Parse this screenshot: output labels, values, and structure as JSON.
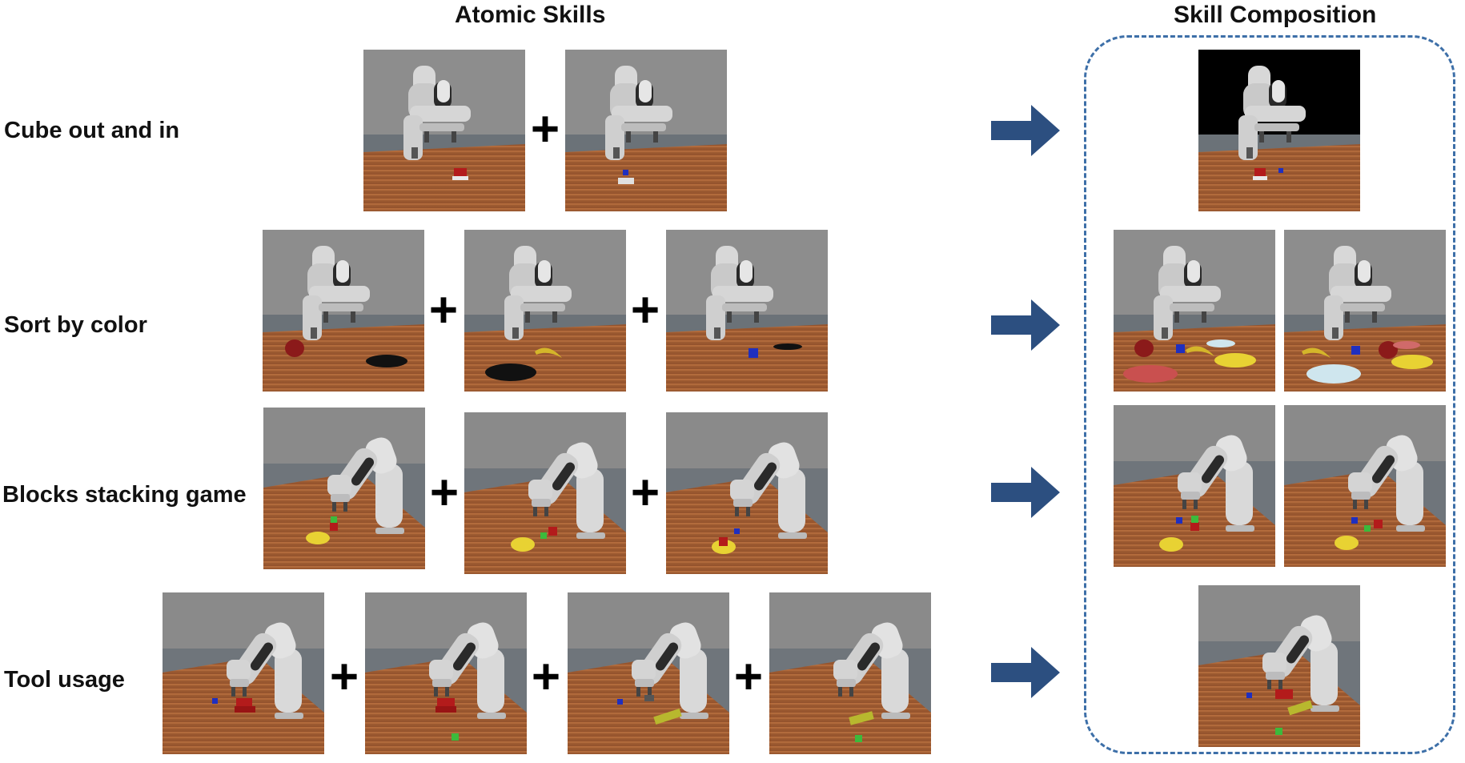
{
  "headers": {
    "atomic": "Atomic Skills",
    "composition": "Skill Composition"
  },
  "plus_symbol": "+",
  "rows": [
    {
      "label": "Cube out and in"
    },
    {
      "label": "Sort by color"
    },
    {
      "label": "Blocks stacking game"
    },
    {
      "label": "Tool usage"
    }
  ],
  "colors": {
    "arrow": "#2c4f80",
    "frame": "#3d6fa8",
    "wall": "#8d8d8d",
    "floor": "#6b7278",
    "table": "#a8623a",
    "yellow_zone": "#e8d233",
    "red_object": "#b31b1b",
    "blue_cube": "#1f2fbf",
    "green_cube": "#3cba3c"
  }
}
